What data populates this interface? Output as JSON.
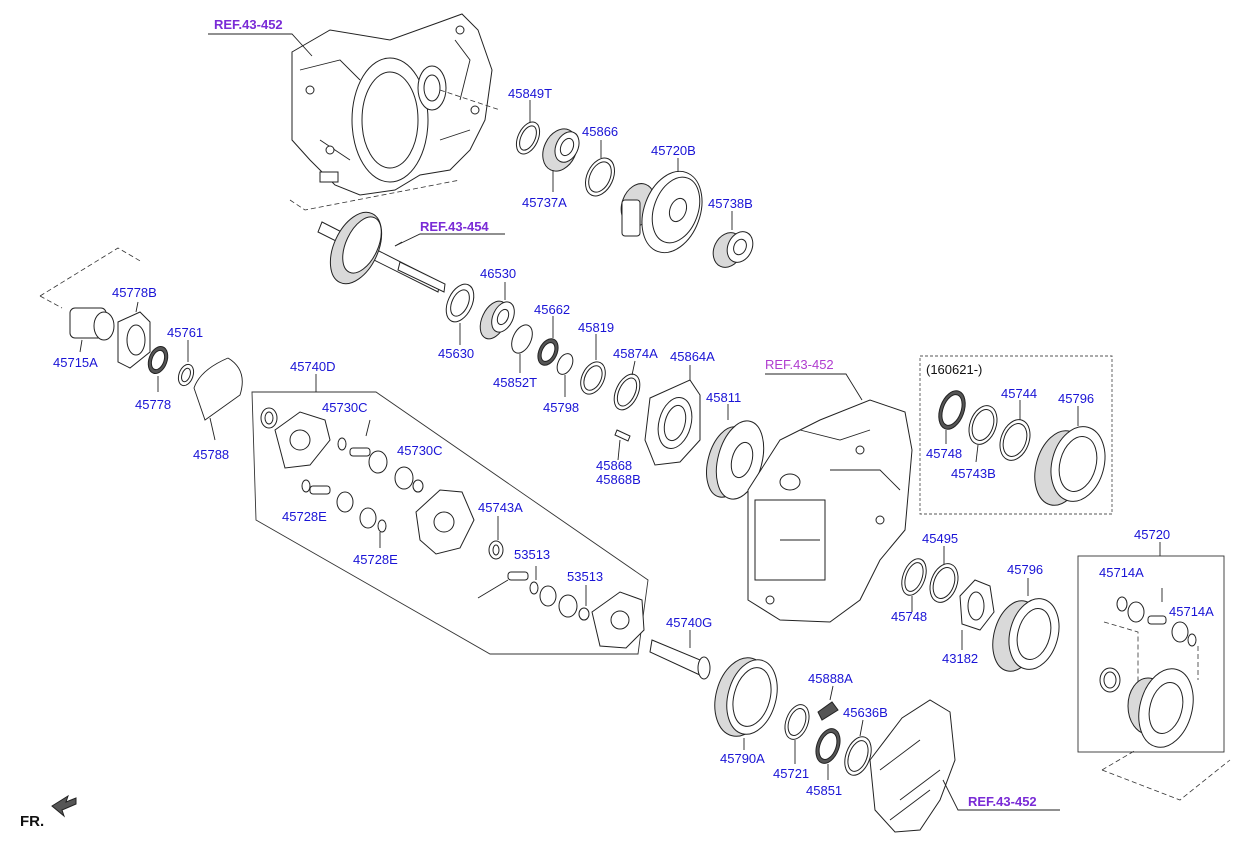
{
  "refs": {
    "r1": "REF.43-452",
    "r2": "REF.43-454",
    "r3": "REF.43-452",
    "r4": "REF.43-452"
  },
  "note": "(160621-)",
  "fr_label": "FR.",
  "parts": {
    "p45849T": "45849T",
    "p45737A": "45737A",
    "p45866": "45866",
    "p45720B": "45720B",
    "p45738B": "45738B",
    "p45778B": "45778B",
    "p45761": "45761",
    "p45715A": "45715A",
    "p45778": "45778",
    "p45788": "45788",
    "p46530": "46530",
    "p45630": "45630",
    "p45662": "45662",
    "p45852T": "45852T",
    "p45819": "45819",
    "p45798": "45798",
    "p45874A": "45874A",
    "p45864A": "45864A",
    "p45811": "45811",
    "p45868": "45868",
    "p45868B": "45868B",
    "p45740D": "45740D",
    "p45730C1": "45730C",
    "p45730C2": "45730C",
    "p45728E1": "45728E",
    "p45728E2": "45728E",
    "p45743A": "45743A",
    "p53513a": "53513",
    "p53513b": "53513",
    "p45740G": "45740G",
    "p45790A": "45790A",
    "p45721": "45721",
    "p45888A": "45888A",
    "p45636B": "45636B",
    "p45851": "45851",
    "p45748a": "45748",
    "p45744": "45744",
    "p45796a": "45796",
    "p45743B": "45743B",
    "p45495": "45495",
    "p45748b": "45748",
    "p45796b": "45796",
    "p43182": "43182",
    "p45720": "45720",
    "p45714A1": "45714A",
    "p45714A2": "45714A"
  },
  "colors": {
    "part_number": "#1a14d6",
    "reference": "#7a2bd6",
    "reference_alt": "#b03ccf",
    "lines": "#222222"
  }
}
